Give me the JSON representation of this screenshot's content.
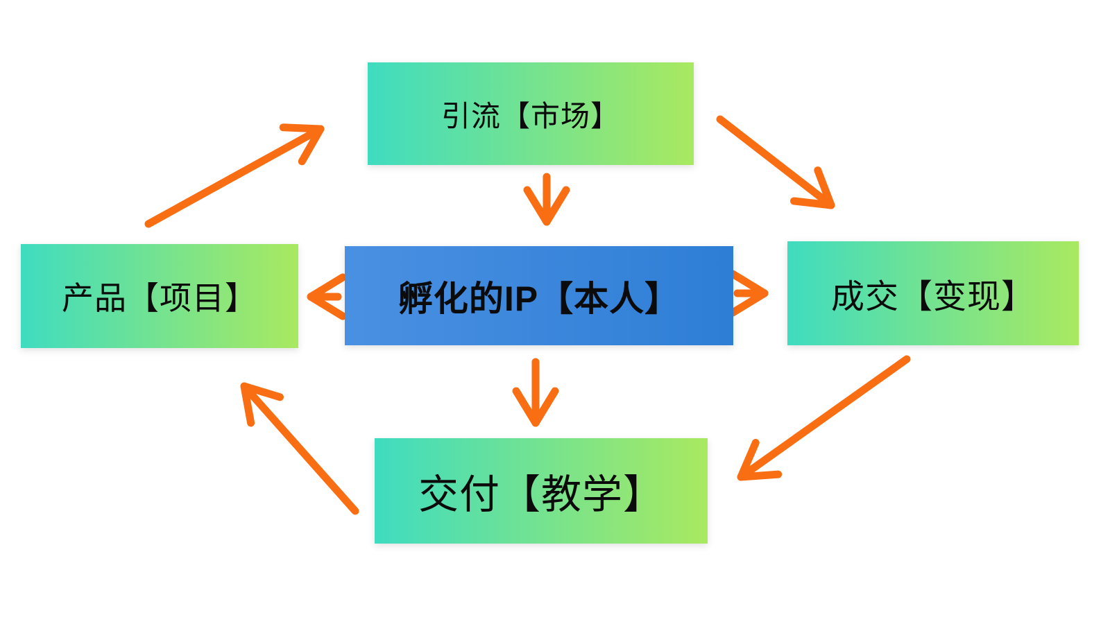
{
  "diagram": {
    "nodes": {
      "top": "引流【市场】",
      "center": "孵化的IP【本人】",
      "left": "产品【项目】",
      "right": "成交【变现】",
      "bottom": "交付【教学】"
    },
    "arrows": [
      "arrow-product-to-traffic",
      "arrow-traffic-to-ip",
      "arrow-traffic-to-deal",
      "arrow-ip-to-product",
      "arrow-ip-to-deal",
      "arrow-ip-to-delivery",
      "arrow-deal-to-delivery",
      "arrow-delivery-to-product"
    ]
  },
  "colors": {
    "background": "#FFFFFF",
    "node_gradient_start": "#3FDCC0",
    "node_gradient_end": "#A9E960",
    "center_gradient_start": "#4A90E2",
    "center_gradient_end": "#2E7ED6",
    "arrow": "#F96E13",
    "text": "#0B0B0B"
  }
}
